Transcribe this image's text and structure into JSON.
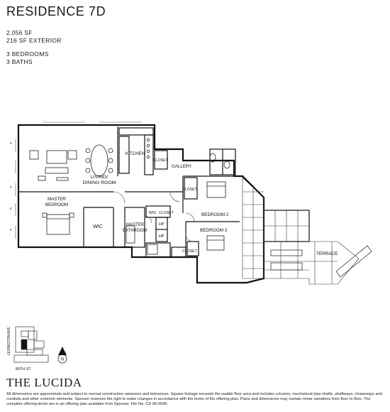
{
  "residence": {
    "title": "RESIDENCE 7D"
  },
  "specs": {
    "interior": "2,056 SF",
    "exterior": "216 SF EXTERIOR",
    "bedrooms": "3 BEDROOMS",
    "baths": "3 BATHS"
  },
  "rooms": {
    "kitchen": "KITCHEN",
    "closet_kitchen": "CLOSET",
    "gallery": "GALLERY",
    "living_line1": "LIVING/",
    "living_line2": "DINING ROOM",
    "master_bed_line1": "MASTER",
    "master_bed_line2": "BEDROOM",
    "wic": "WIC",
    "master_bath_line1": "MASTER",
    "master_bath_line2": "BATHROOM",
    "wd": "W/D",
    "closet_wd": "CLOSET",
    "hp1": "HP",
    "hp2": "HP",
    "closet_bed2": "CLOSET",
    "bedroom2": "BEDROOM 2",
    "bedroom3": "BEDROOM 3",
    "closet_bed3": "CLOSET",
    "terrace": "TERRACE"
  },
  "keyplan": {
    "avenue": "LEXINGTON AVE.",
    "street": "85TH ST.",
    "north": "N"
  },
  "brand": "THE LUCIDA",
  "disclaimer": "All dimensions are approximate and subject to normal construction variances and tolerances. Square footage exceeds the usable floor area and includes columns, mechanical pipe shafts, shaftways, chaseways and conduits and other common elements. Sponsor reserves the right to make changes in accordance with the terms of the offering plan. Plans and dimensions may contain minor variations from floor to floor. The complete offering terms are in an offering plan available from Sponsor. File No. CD 06-0596."
}
